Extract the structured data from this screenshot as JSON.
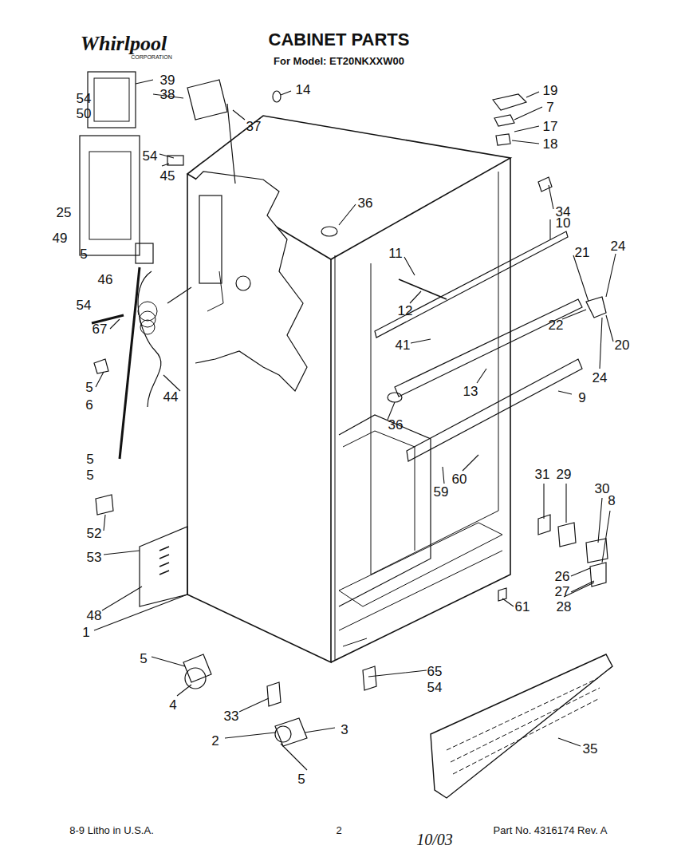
{
  "diagram": {
    "title": "CABINET PARTS",
    "labels": [
      "Whirlpool",
      "CORPORATION",
      "For Model: ET20NKXXW00",
      "54",
      "39",
      "38",
      "50",
      "14",
      "37",
      "19",
      "7",
      "17",
      "18",
      "54",
      "45",
      "25",
      "36",
      "34",
      "10",
      "49",
      "5",
      "46",
      "21",
      "24",
      "11",
      "12",
      "54",
      "67",
      "41",
      "13",
      "22",
      "20",
      "24",
      "5",
      "6",
      "44",
      "36",
      "9",
      "5",
      "5",
      "60",
      "59",
      "31",
      "29",
      "30",
      "8",
      "52",
      "53",
      "48",
      "1",
      "26",
      "27",
      "28",
      "61",
      "5",
      "4",
      "65",
      "54",
      "33",
      "2",
      "3",
      "35",
      "5",
      "8-9 Litho in U.S.A.",
      "2",
      "Part No. 4316174 Rev. A",
      "10/03"
    ]
  }
}
